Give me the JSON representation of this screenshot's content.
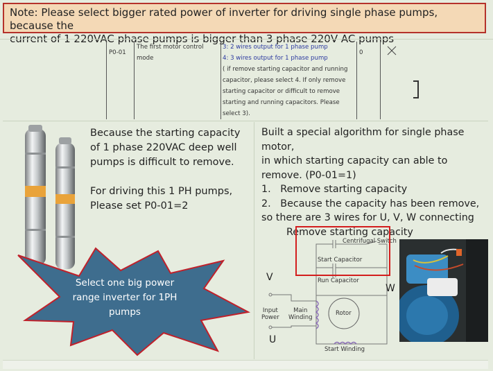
{
  "note": {
    "line1": "Note: Please select bigger rated power of inverter for driving single phase pumps, because the",
    "line2": "current of 1 220VAC phase pumps is bigger than 3 phase 220V AC pumps"
  },
  "param_table": {
    "code": "P0-01",
    "name_line1": "The first motor control",
    "name_line2": "mode",
    "options": [
      "3: 2 wires output for 1 phase pump",
      "4: 3 wires output for 1 phase pump",
      "( if remove starting capacitor and running",
      "capacitor, please select 4. If only remove",
      "starting capacitor or difficult to remove",
      "starting and running capacitors. Please",
      "select 3)."
    ],
    "default": "0"
  },
  "left_text": {
    "line1": "Because the starting capacity",
    "line2": "of 1 phase 220VAC deep well",
    "line3": "pumps is difficult to remove.",
    "line4": "For driving this 1 PH pumps,",
    "line5": "Please set P0-01=2"
  },
  "right_text": {
    "line1": "Built a special algorithm for single phase motor,",
    "line2": "in which starting capacity can able to",
    "line3": "remove. (P0-01=1)",
    "item1_num": "1.",
    "item1": "Remove starting capacity",
    "item2_num": "2.",
    "item2": "Because the capacity has been remove,",
    "line6": "so there are 3 wires for U, V, W connecting",
    "caption": "Remove starting capacity"
  },
  "starburst": {
    "line1": "Select one big power",
    "line2": "range inverter for 1PH",
    "line3": "pumps"
  },
  "diagram": {
    "centrifugal_switch": "Centrifugal Switch",
    "start_capacitor": "Start Capacitor",
    "run_capacitor": "Run Capacitor",
    "input_power_1": "Input",
    "input_power_2": "Power",
    "main_winding_1": "Main",
    "main_winding_2": "Winding",
    "rotor": "Rotor",
    "start_winding": "Start Winding",
    "v": "V",
    "u": "U",
    "w": "W"
  },
  "colors": {
    "note_bg": "#f4d9b6",
    "note_border": "#b5322b",
    "star_fill": "#3e6d8e",
    "star_border": "#c0202a",
    "highlight_box": "#d31d1d",
    "option_blue": "#2c3aa0"
  }
}
